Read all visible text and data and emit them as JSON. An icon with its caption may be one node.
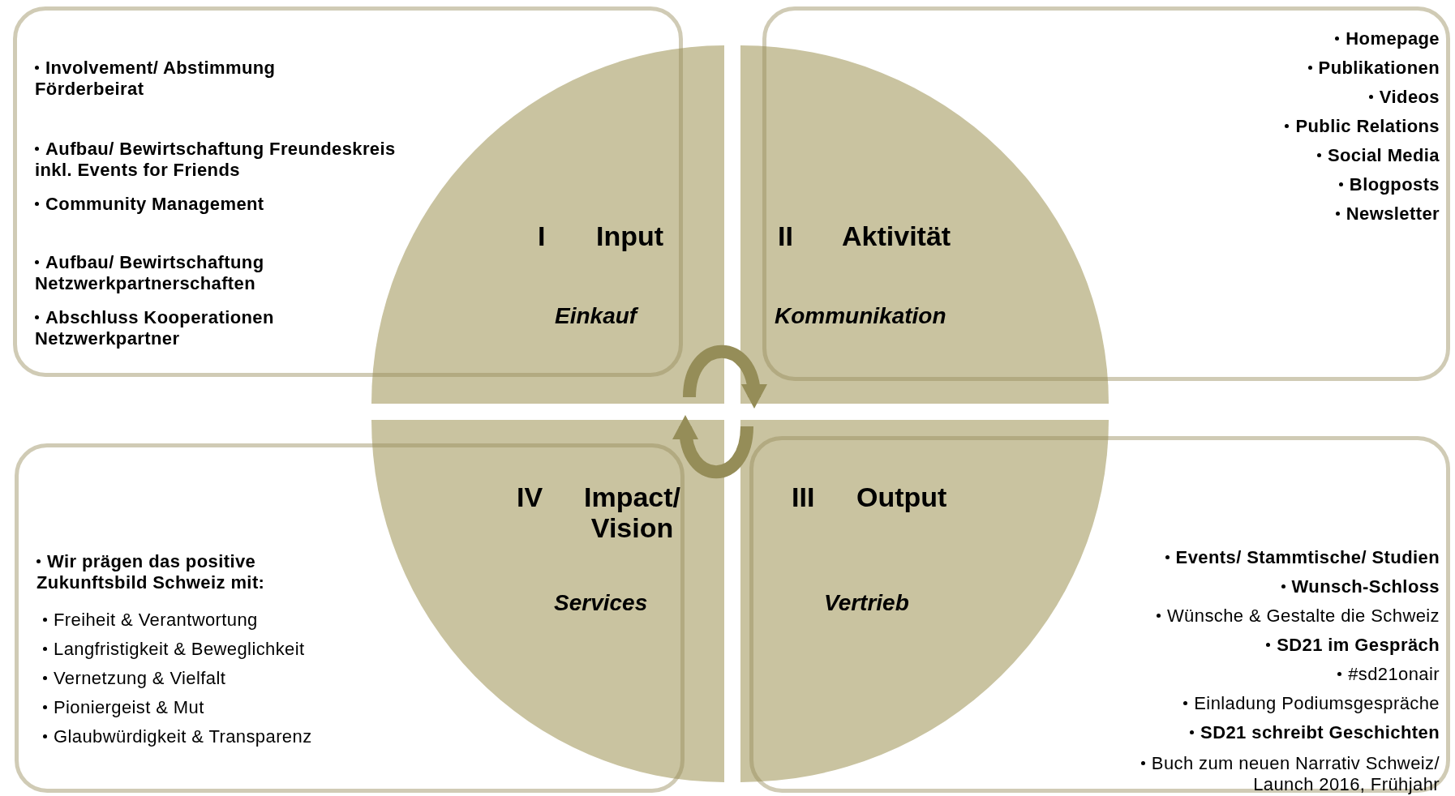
{
  "diagram": {
    "nodes": [
      {
        "text": [
          "Involvement/ Abstimmung Förderbeirat",
          "Aufbau/ Bewirtschaftung Freundeskreis inkl. Events for Friends",
          "Community Management",
          "Aufbau/ Bewirtschaftung Netzwerkpartnerschaften",
          "Abschluss Kooperationen Netzwerkpartner"
        ]
      },
      {
        "text": [
          "I",
          "Input",
          "Einkauf"
        ]
      },
      {
        "text": [
          "II",
          "Aktivität",
          "Kommunikation"
        ]
      },
      {
        "text": [
          "Homepage",
          "Publikationen",
          "Videos",
          "Public Relations",
          "Social Media",
          "Blogposts",
          "Newsletter"
        ]
      },
      {
        "text": [
          "Wir prägen das positive Zukunftsbild Schweiz mit:",
          "Freiheit & Verantwortung",
          "Langfristigkeit & Beweglichkeit",
          "Vernetzung & Vielfalt",
          "Pioniergeist & Mut",
          "Glaubwürdigkeit & Transparenz"
        ]
      },
      {
        "text": [
          "IV",
          "Impact/ Vision",
          "Services"
        ]
      },
      {
        "text": [
          "III",
          "Output",
          "Vertrieb"
        ]
      },
      {
        "text": [
          "Events/ Stammtische/ Studien",
          "Wunsch-Schloss",
          "Wünsche & Gestalte die Schweiz",
          "SD21 im Gespräch",
          "#sd21onair",
          "Einladung Podiumsgespräche",
          "SD21 schreibt Geschichten",
          "Buch zum neuen Narrativ Schweiz/ Launch 2016, Frühjahr"
        ]
      }
    ],
    "edges": [
      {
        "from": 1,
        "to": 2,
        "arrow": "to"
      },
      {
        "from": 6,
        "to": 5,
        "arrow": "to"
      }
    ]
  }
}
